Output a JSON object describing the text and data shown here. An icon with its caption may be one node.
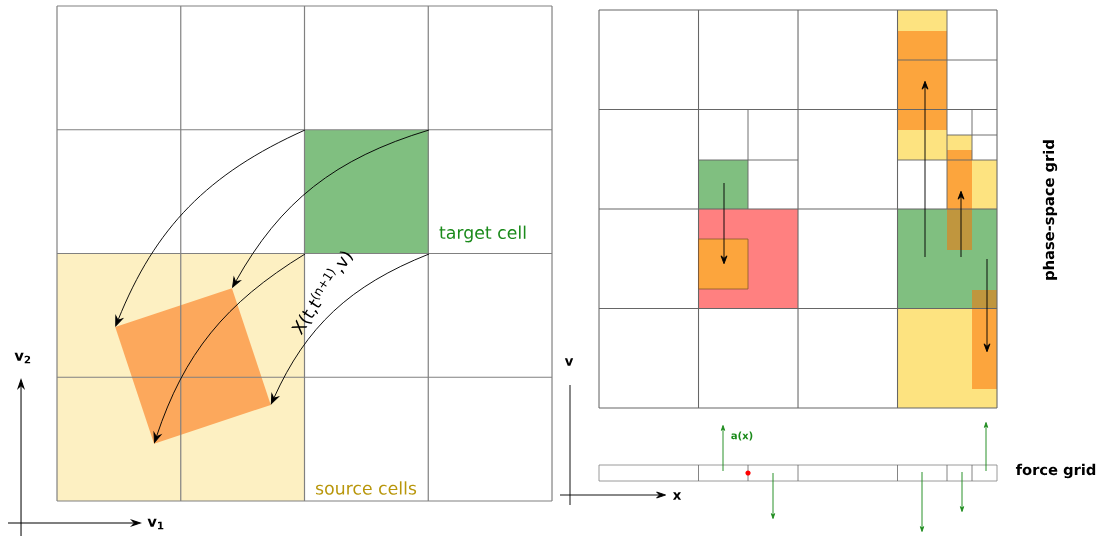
{
  "diagram": {
    "nodes": [
      {
        "text": [
          "target cell"
        ]
      },
      {
        "text": [
          "source cells"
        ]
      },
      {
        "text": [],
        "shape": "box",
        "in": 1
      }
    ],
    "edges": [
      {
        "from": 0,
        "to": 2,
        "arrow": "to"
      },
      {
        "from": 0,
        "to": 2,
        "arrow": "to"
      },
      {
        "from": 0,
        "to": 2,
        "arrow": "to"
      },
      {
        "from": 0,
        "to": 2,
        "arrow": "to",
        "label": "X(t,t$^{(n+1)}$,v)"
      }
    ],
    "labels": [
      "v$_{2}$",
      "v$_{1}$",
      "phase-space grid",
      "v",
      "a(x)",
      "force grid",
      "x"
    ]
  }
}
